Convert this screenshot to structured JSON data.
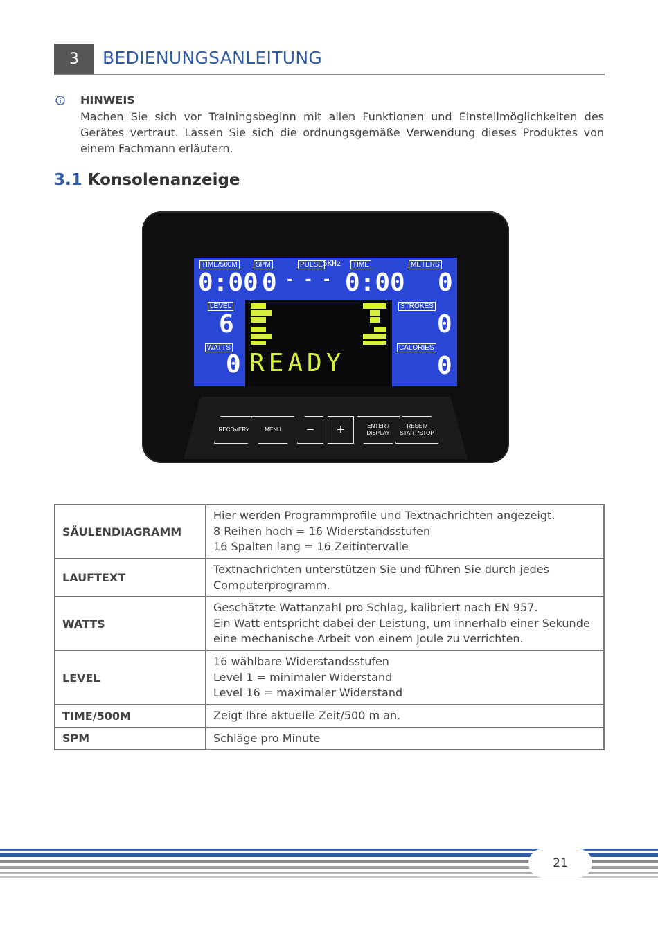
{
  "header": {
    "chapter_number": "3",
    "chapter_title": "BEDIENUNGSANLEITUNG"
  },
  "hint": {
    "icon": "info-icon",
    "title": "HINWEIS",
    "text": "Machen Sie sich vor Trainingsbeginn mit allen Funktionen und Einstellmöglichkeiten des Gerätes vertraut. Lassen Sie sich die ordnungsgemäße Verwendung dieses Produktes von einem Fachmann erläutern."
  },
  "section": {
    "number": "3.1",
    "title": "Konsolenanzeige"
  },
  "console": {
    "labels": {
      "time500m": "TIME/500M",
      "spm": "SPM",
      "pulse": "PULSE",
      "khz": "5KHz",
      "time": "TIME",
      "meters": "METERS",
      "level": "LEVEL",
      "strokes": "STROKES",
      "watts": "WATTS",
      "calories": "CALORIES"
    },
    "values": {
      "time500m": "0:00",
      "spm": "0",
      "pulse": "- - -",
      "time": "0:00",
      "meters": "0",
      "level": "6",
      "strokes": "0",
      "watts": "0",
      "calories": "0"
    },
    "message": "READY",
    "buttons": {
      "recovery": "RECOVERY",
      "menu": "MENU",
      "minus": "−",
      "plus": "+",
      "enter": "ENTER / DISPLAY",
      "reset": "RESET/ START/STOP"
    },
    "colors": {
      "lcd_blue": "#2a46d6",
      "segment_yellow": "#d9f03a"
    }
  },
  "table": {
    "rows": [
      {
        "key": "SÄULENDIAGRAMM",
        "lines": [
          "Hier werden Programmprofile und Textnachrichten angezeigt.",
          "8 Reihen hoch = 16 Widerstandsstufen",
          "16 Spalten lang = 16 Zeitintervalle"
        ]
      },
      {
        "key": "LAUFTEXT",
        "lines": [
          "Textnachrichten unterstützen Sie und führen Sie durch jedes",
          "Computerprogramm."
        ]
      },
      {
        "key": "WATTS",
        "lines": [
          "Geschätzte Wattanzahl pro Schlag, kalibriert nach EN 957.",
          "Ein Watt entspricht dabei der Leistung, um innerhalb einer Sekunde",
          "eine mechanische Arbeit von einem Joule zu verrichten."
        ]
      },
      {
        "key": "LEVEL",
        "lines": [
          "16 wählbare Widerstandsstufen",
          "Level 1 = minimaler Widerstand",
          "Level 16 = maximaler Widerstand"
        ]
      },
      {
        "key": "TIME/500M",
        "lines": [
          "Zeigt Ihre aktuelle Zeit/500 m an."
        ]
      },
      {
        "key": "SPM",
        "lines": [
          "Schläge pro Minute"
        ]
      }
    ]
  },
  "footer": {
    "page_number": "21",
    "colors": {
      "blue": "#2f5aa7",
      "gray": "#8a8a8a"
    }
  }
}
